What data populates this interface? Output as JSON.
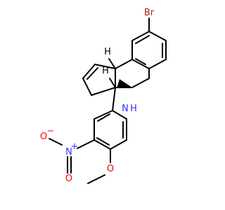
{
  "atoms": {
    "br": {
      "label": "Br",
      "color": "#a62929"
    },
    "nh": {
      "label": "N",
      "sub": "H",
      "color": "#3333ff"
    },
    "no2n": {
      "label": "N",
      "sup": "+",
      "color": "#3333ff"
    },
    "no2o1": {
      "label": "O",
      "sup": "−",
      "color": "#ff0000"
    },
    "no2o2": {
      "label": "O",
      "color": "#ff0000"
    },
    "ome": {
      "label": "O",
      "color": "#ff0000"
    }
  },
  "stereo": {
    "h_top": {
      "label": "H"
    },
    "h_mid": {
      "label": "H"
    }
  },
  "colors": {
    "bond": "#000000",
    "background": "#ffffff"
  }
}
